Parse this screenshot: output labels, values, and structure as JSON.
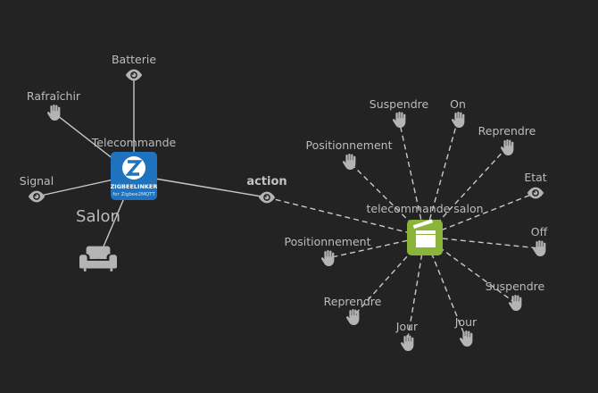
{
  "graph": {
    "device": {
      "label": "Telecommande",
      "logo_line1": "ZIGBEELINKER",
      "logo_line2": "for Zigbee2MQTT",
      "color": "#1f73be",
      "children": [
        {
          "label": "Batterie",
          "icon": "eye-icon"
        },
        {
          "label": "Rafraîchir",
          "icon": "hand-icon"
        },
        {
          "label": "Signal",
          "icon": "eye-icon"
        },
        {
          "label": "Salon",
          "icon": "sofa-icon"
        }
      ]
    },
    "link": {
      "label": "action",
      "icon": "eye-icon"
    },
    "scene": {
      "label": "telecommande salon",
      "icon": "clapperboard-icon",
      "color": "#8bb43a",
      "children": [
        {
          "label": "Suspendre",
          "icon": "hand-icon"
        },
        {
          "label": "On",
          "icon": "hand-icon"
        },
        {
          "label": "Reprendre",
          "icon": "hand-icon"
        },
        {
          "label": "Positionnement",
          "icon": "hand-icon"
        },
        {
          "label": "Etat",
          "icon": "eye-icon"
        },
        {
          "label": "Positionnement",
          "icon": "hand-icon"
        },
        {
          "label": "Off",
          "icon": "hand-icon"
        },
        {
          "label": "Suspendre",
          "icon": "hand-icon"
        },
        {
          "label": "Reprendre",
          "icon": "hand-icon"
        },
        {
          "label": "Jour",
          "icon": "hand-icon"
        },
        {
          "label": "Jour",
          "icon": "hand-icon"
        }
      ]
    }
  }
}
